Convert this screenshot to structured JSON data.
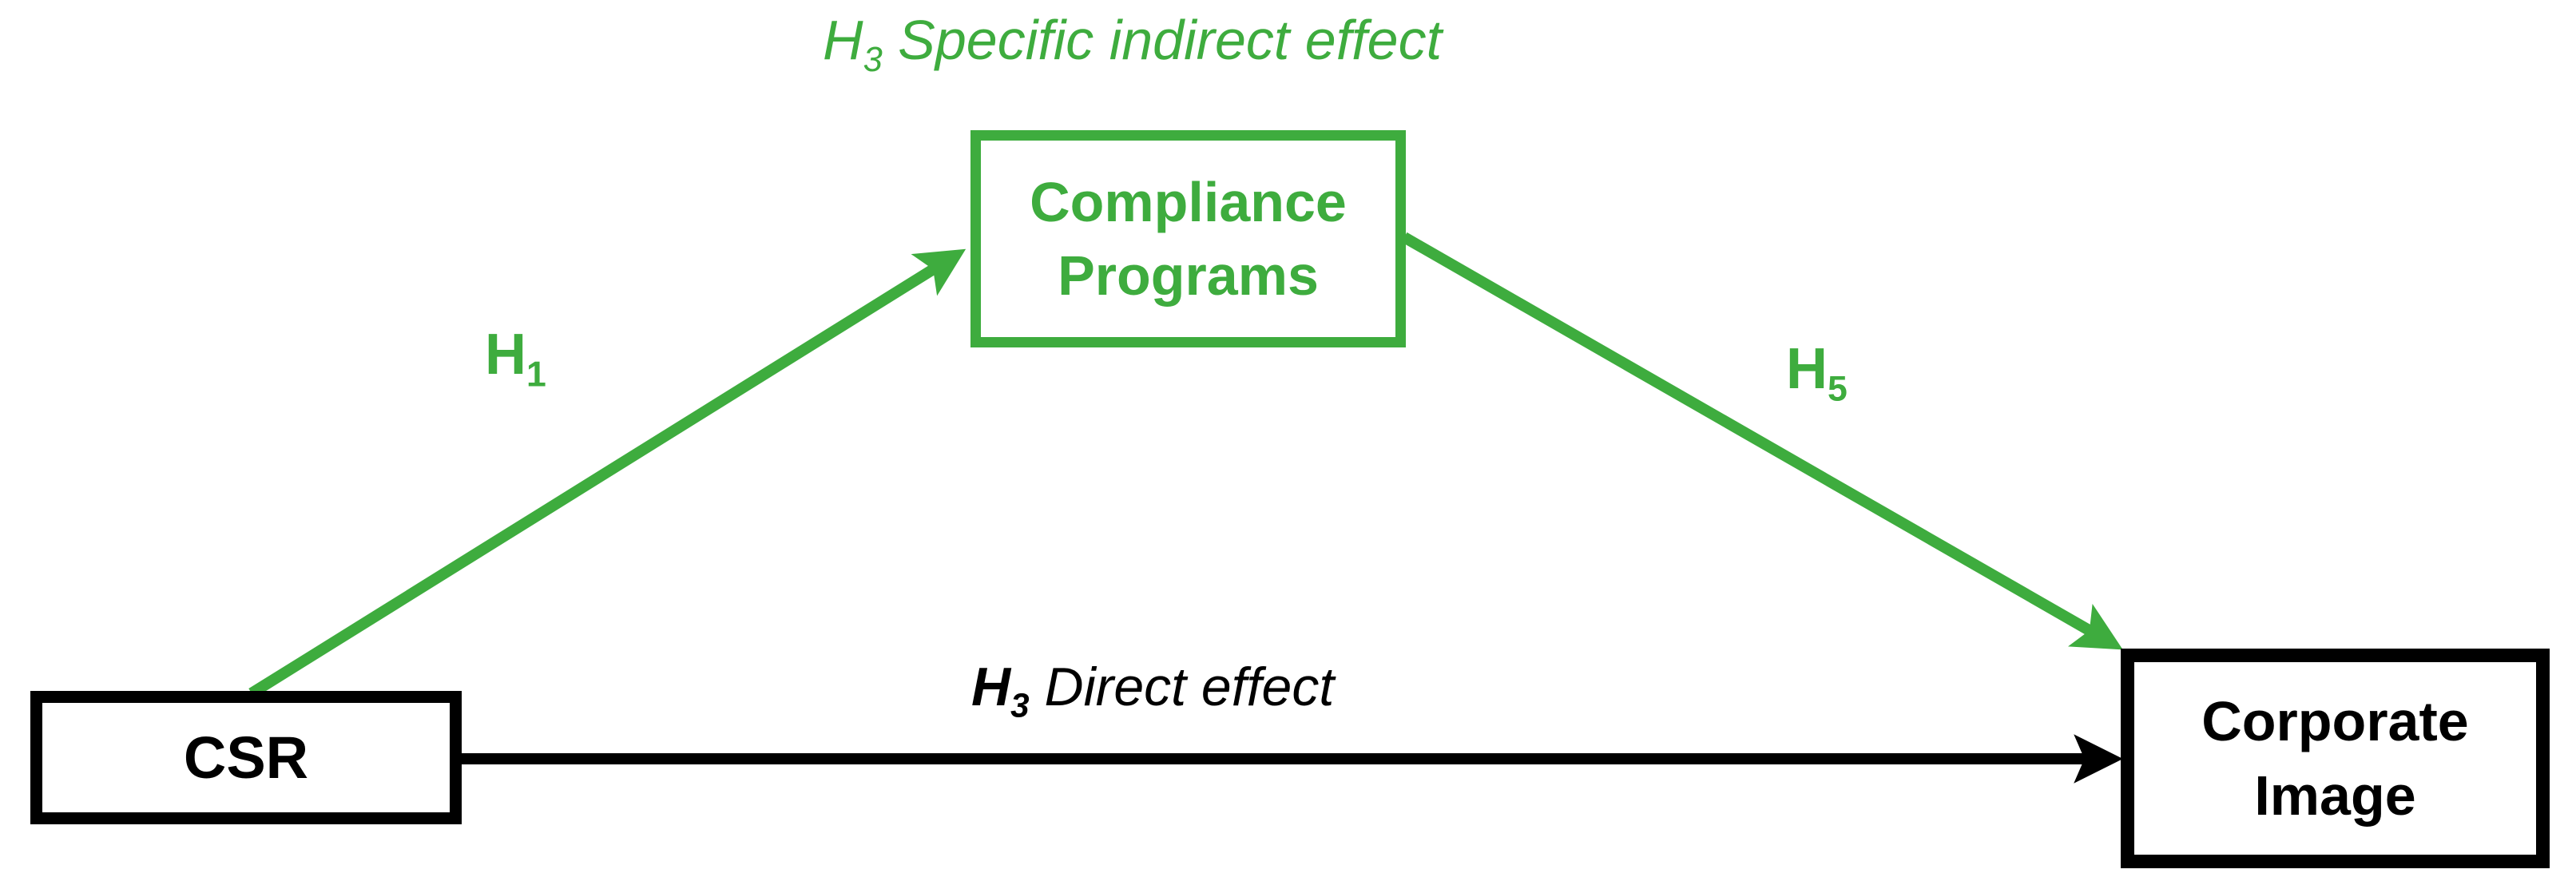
{
  "diagram": {
    "caption_indirect": {
      "h": "H",
      "sub": "3",
      "rest": " Specific indirect effect"
    },
    "nodes": {
      "csr": {
        "label": "CSR"
      },
      "compliance": {
        "line1": "Compliance",
        "line2": "Programs"
      },
      "corporate": {
        "line1": "Corporate",
        "line2": "Image"
      }
    },
    "edges": {
      "h1": {
        "h": "H",
        "sub": "1",
        "from": "CSR",
        "to": "Compliance Programs"
      },
      "h5": {
        "h": "H",
        "sub": "5",
        "from": "Compliance Programs",
        "to": "Corporate Image"
      },
      "h3_direct": {
        "h": "H",
        "sub": "3",
        "rest": " Direct effect",
        "from": "CSR",
        "to": "Corporate Image"
      }
    },
    "colors": {
      "green": "#3EAC3E",
      "black": "#000000",
      "bg": "#FFFFFF"
    }
  }
}
